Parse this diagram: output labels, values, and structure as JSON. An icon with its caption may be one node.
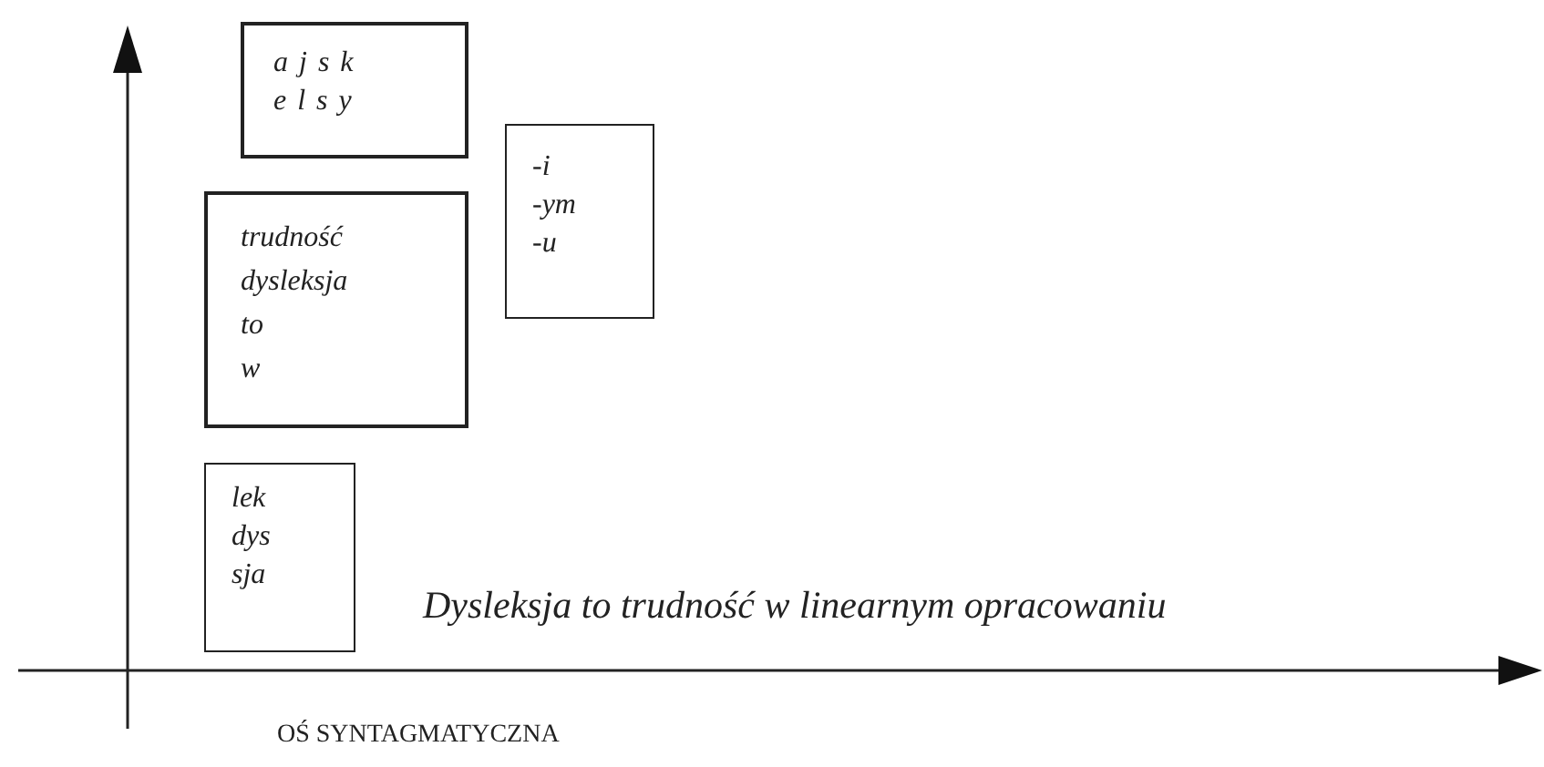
{
  "diagram": {
    "nodes": [
      {
        "text": [
          "a j s k",
          "e l s y"
        ]
      },
      {
        "text": [
          "trudność",
          "dysleksja",
          "to",
          "w"
        ]
      },
      {
        "text": [
          "-i",
          "-ym",
          "-u"
        ]
      },
      {
        "text": [
          "lek",
          "dys",
          "sja"
        ]
      }
    ],
    "labels": [
      "Dysleksja to trudność w linearnym opracowaniu",
      "OŚ SYNTAGMATYCZNA"
    ]
  }
}
